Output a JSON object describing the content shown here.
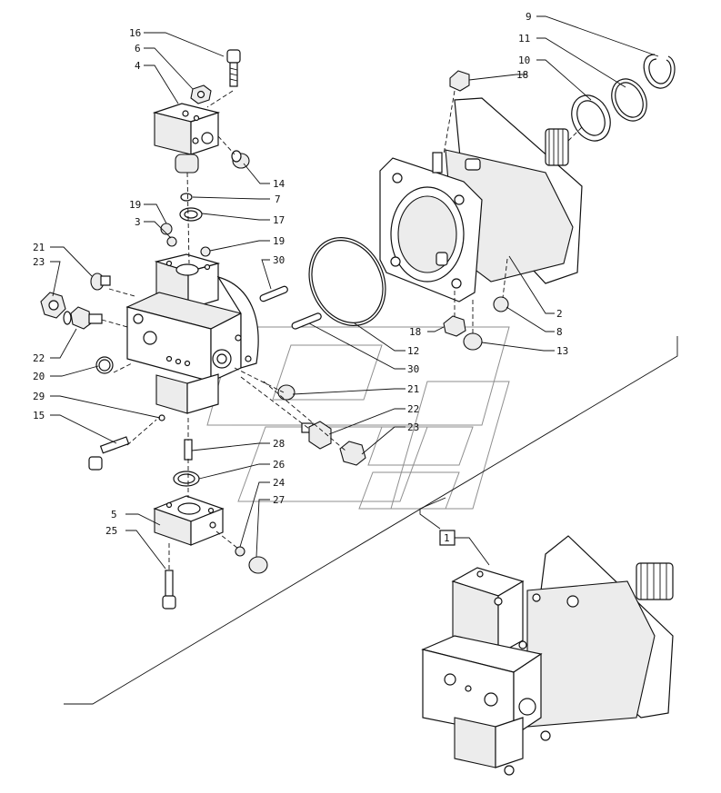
{
  "diagram": {
    "callouts": [
      {
        "id": "c16",
        "label": "16"
      },
      {
        "id": "c6",
        "label": "6"
      },
      {
        "id": "c4",
        "label": "4"
      },
      {
        "id": "c14",
        "label": "14"
      },
      {
        "id": "c7",
        "label": "7"
      },
      {
        "id": "c17",
        "label": "17"
      },
      {
        "id": "c19a",
        "label": "19"
      },
      {
        "id": "c3",
        "label": "3"
      },
      {
        "id": "c19b",
        "label": "19"
      },
      {
        "id": "c21a",
        "label": "21"
      },
      {
        "id": "c23a",
        "label": "23"
      },
      {
        "id": "c30a",
        "label": "30"
      },
      {
        "id": "c22a",
        "label": "22"
      },
      {
        "id": "c20",
        "label": "20"
      },
      {
        "id": "c29",
        "label": "29"
      },
      {
        "id": "c15",
        "label": "15"
      },
      {
        "id": "c28",
        "label": "28"
      },
      {
        "id": "c26",
        "label": "26"
      },
      {
        "id": "c24",
        "label": "24"
      },
      {
        "id": "c27",
        "label": "27"
      },
      {
        "id": "c5",
        "label": "5"
      },
      {
        "id": "c25",
        "label": "25"
      },
      {
        "id": "c9",
        "label": "9"
      },
      {
        "id": "c11",
        "label": "11"
      },
      {
        "id": "c10",
        "label": "10"
      },
      {
        "id": "c18a",
        "label": "18"
      },
      {
        "id": "c2",
        "label": "2"
      },
      {
        "id": "c8",
        "label": "8"
      },
      {
        "id": "c18b",
        "label": "18"
      },
      {
        "id": "c13",
        "label": "13"
      },
      {
        "id": "c12",
        "label": "12"
      },
      {
        "id": "c30b",
        "label": "30"
      },
      {
        "id": "c21b",
        "label": "21"
      },
      {
        "id": "c22b",
        "label": "22"
      },
      {
        "id": "c23b",
        "label": "23"
      },
      {
        "id": "c1",
        "label": "1"
      }
    ]
  }
}
